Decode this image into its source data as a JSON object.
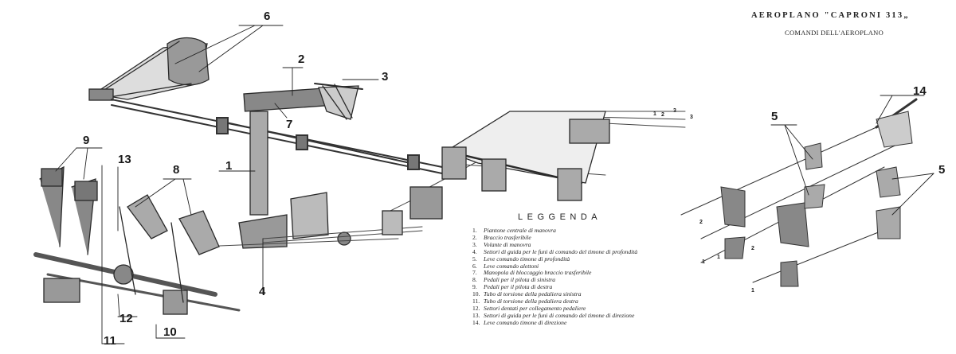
{
  "header": {
    "title": "AEROPLANO \"CAPRONI 313„",
    "subtitle": "COMANDI DELL'AEROPLANO"
  },
  "legend": {
    "heading": "LEGGENDA",
    "items": [
      {
        "num": "1.",
        "text": "Piantone centrale di manovra"
      },
      {
        "num": "2.",
        "text": "Braccio trasferibile"
      },
      {
        "num": "3.",
        "text": "Volante di manovra"
      },
      {
        "num": "4.",
        "text": "Settori di guida per le funi di comando del timone di profondità"
      },
      {
        "num": "5.",
        "text": "Leve comando timone di profondità"
      },
      {
        "num": "6.",
        "text": "Leve comando alettoni"
      },
      {
        "num": "7.",
        "text": "Manopola di bloccaggio braccio trasferibile"
      },
      {
        "num": "8.",
        "text": "Pedali per il pilota di sinistra"
      },
      {
        "num": "9.",
        "text": "Pedali per il pilota di destra"
      },
      {
        "num": "10.",
        "text": "Tubo di torsione della pedaliera sinistra"
      },
      {
        "num": "11.",
        "text": "Tubo di torsione della pedaliera destra"
      },
      {
        "num": "12.",
        "text": "Settori dentati per collegamento pedaliere"
      },
      {
        "num": "13.",
        "text": "Settori di guida per le funi di comando del timone di direzione"
      },
      {
        "num": "14.",
        "text": "Leve comando timone di direzione"
      }
    ]
  },
  "callouts": {
    "c1": "1",
    "c2": "2",
    "c3": "3",
    "c4": "4",
    "c5a": "5",
    "c5b": "5",
    "c6": "6",
    "c7": "7",
    "c8": "8",
    "c9": "9",
    "c10": "10",
    "c11": "11",
    "c12": "12",
    "c13": "13",
    "c14": "14"
  },
  "cable_labels": {
    "top_right": [
      "1",
      "2",
      "3",
      "3"
    ],
    "right_group": [
      "2",
      "1",
      "2",
      "1",
      "1"
    ]
  }
}
